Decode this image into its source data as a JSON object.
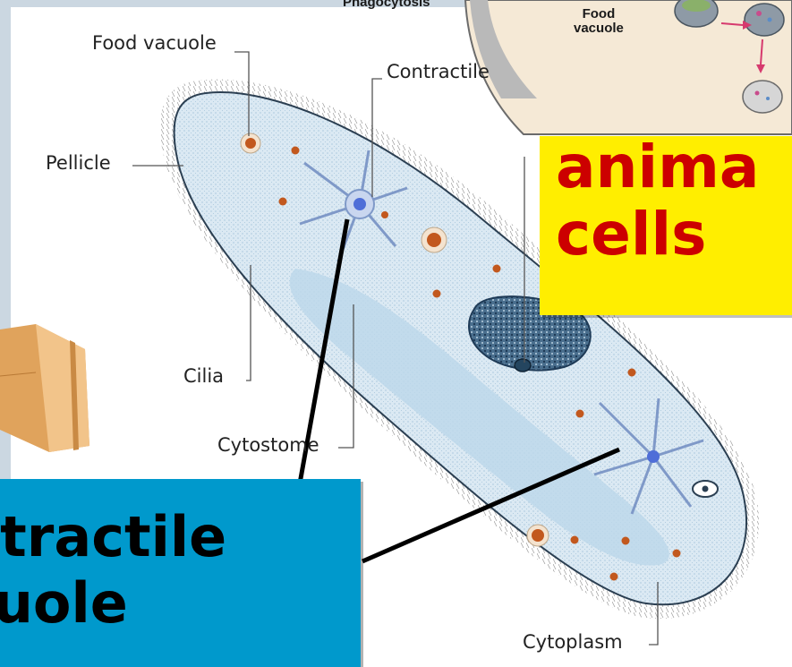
{
  "labels": {
    "food_vacuole": "Food vacuole",
    "contractile": "Contractile",
    "pellicle": "Pellicle",
    "cilia": "Cilia",
    "cytostome": "Cytostome",
    "cytoplasm": "Cytoplasm"
  },
  "inset": {
    "phagocytosis": "Phagocytosis",
    "food_vacuole": "Food\nvacuole"
  },
  "callouts": {
    "animal_cells": "anima\ncells",
    "contractile_vacuole": "ntractile\ncuole"
  },
  "colors": {
    "background_panel": "#cbd7e1",
    "cell_body": "#d7e8f2",
    "callout_yellow": "#ffee00",
    "callout_yellow_text": "#cc0000",
    "callout_blue": "#0099cc",
    "callout_blue_text": "#000000"
  }
}
